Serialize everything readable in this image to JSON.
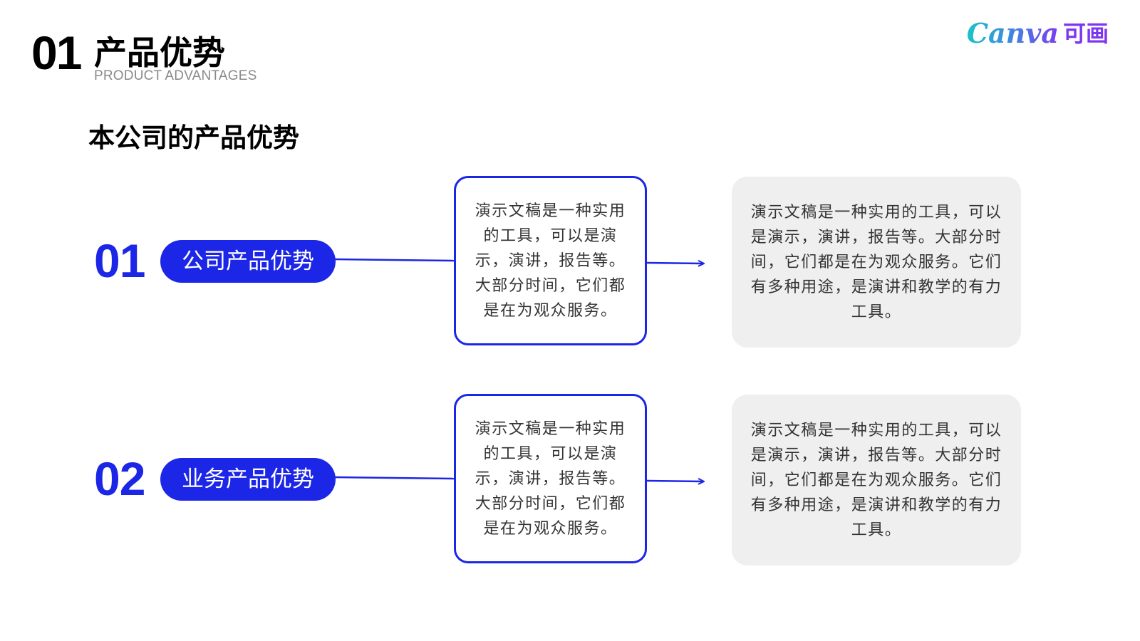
{
  "header": {
    "number": "01",
    "title": "产品优势",
    "subtitle": "PRODUCT ADVANTAGES"
  },
  "logo": {
    "word": "Canva",
    "cn": "可画"
  },
  "section_title": "本公司的产品优势",
  "colors": {
    "accent": "#1c26e6",
    "grey_box": "#efefef",
    "text_dark": "#333333"
  },
  "rows": [
    {
      "number": "01",
      "label": "公司产品优势",
      "box_text": "演示文稿是一种实用的工具，可以是演示，演讲，报告等。大部分时间，它们都是在为观众服务。",
      "detail_text": "演示文稿是一种实用的工具，可以是演示，演讲，报告等。大部分时间，它们都是在为观众服务。它们有多种用途，是演讲和教学的有力工具。"
    },
    {
      "number": "02",
      "label": "业务产品优势",
      "box_text": "演示文稿是一种实用的工具，可以是演示，演讲，报告等。大部分时间，它们都是在为观众服务。",
      "detail_text": "演示文稿是一种实用的工具，可以是演示，演讲，报告等。大部分时间，它们都是在为观众服务。它们有多种用途，是演讲和教学的有力工具。"
    }
  ]
}
